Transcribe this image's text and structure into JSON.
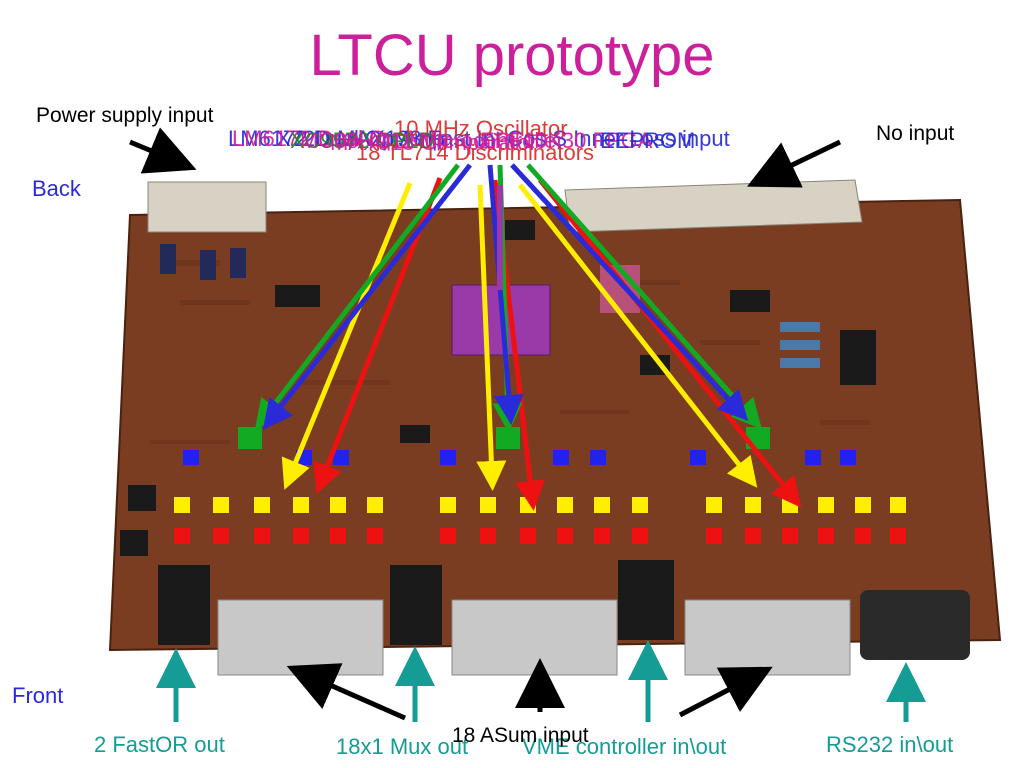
{
  "slide": {
    "title": "LTCU prototype"
  },
  "labels": {
    "power_supply_input": "Power supply input",
    "no_input": "No input",
    "back": "Back",
    "front": "Front",
    "fastor_out": "2 FastOR out",
    "mux_out": "18x1 Mux out",
    "vme_controller": "VME controller in\\out",
    "rs232": "RS232 in\\out",
    "asum_input": "18 ASum input"
  },
  "overlapping_labels": [
    {
      "text": "LM6172 Dual Op Amp",
      "color": "#2a2ad8"
    },
    {
      "text": "X72D MAX193 Fast Int Cos S Inner Loss input",
      "color": "#2a2ad8"
    },
    {
      "text": "LM6172 Dual Op Amp",
      "color": "#cc1f9b"
    },
    {
      "text": "10 MHz Oscillator",
      "color": "#dd2a2a"
    },
    {
      "text": "MAX913 Comparator",
      "color": "#cc1f9b"
    },
    {
      "text": "18 TL714 Discriminators",
      "color": "#dd2a2a"
    },
    {
      "text": "XC9572 CPLD",
      "color": "#1a8a1a"
    },
    {
      "text": "EPF10K30 FPGA",
      "color": "#cc1f9b"
    },
    {
      "text": "MC68HC11 Microcontroller",
      "color": "#cc1f9b"
    },
    {
      "text": "EEPROM",
      "color": "#2a2ad8"
    }
  ],
  "colors": {
    "title": "#cc1f9b",
    "board": "#7a3d22",
    "board_dark": "#5a2a14",
    "yellow_marker": "#ffee00",
    "red_marker": "#ee1111",
    "blue_marker": "#2222ee",
    "green_marker": "#11aa22",
    "fpga": "#9a3aa8",
    "teal_arrow": "#149c95"
  },
  "icons": [
    "arrow-icon"
  ]
}
